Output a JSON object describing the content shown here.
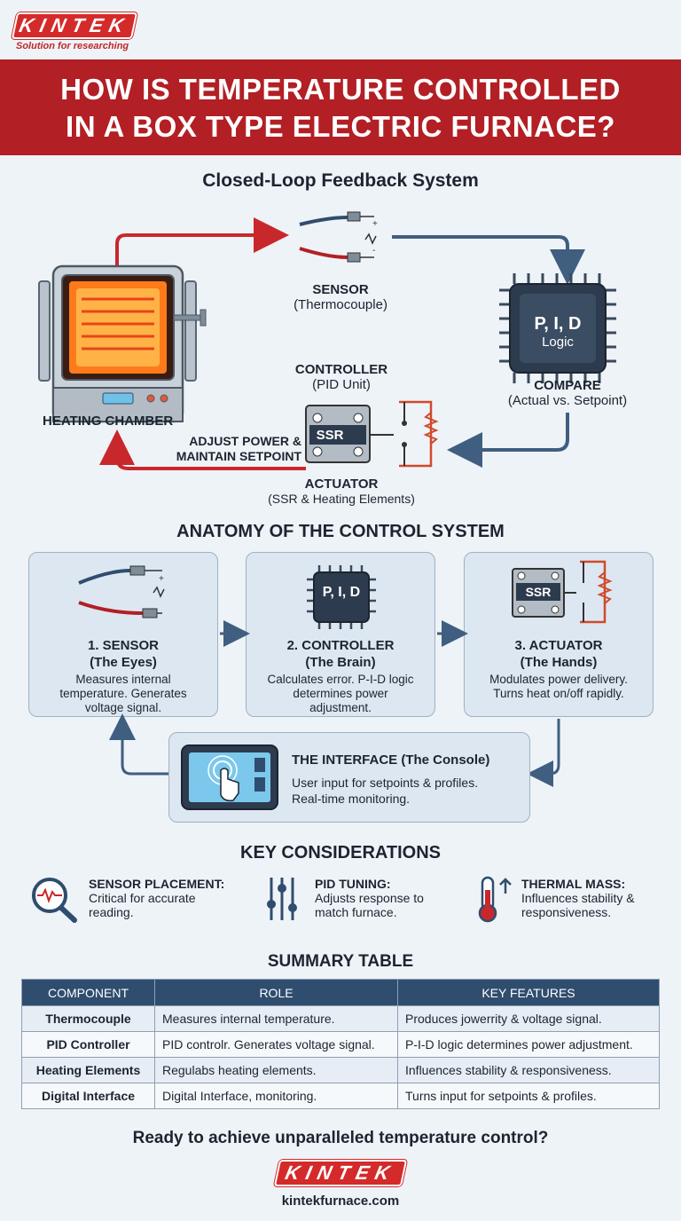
{
  "brand": {
    "logo": "KINTEK",
    "tagline": "Solution for researching",
    "website": "kintekfurnace.com"
  },
  "title": {
    "line1": "HOW IS TEMPERATURE CONTROLLED",
    "line2": "IN A BOX TYPE ELECTRIC FURNACE?"
  },
  "loop": {
    "heading": "Closed-Loop Feedback System",
    "sensor": {
      "label": "SENSOR",
      "sub": "(Thermocouple)"
    },
    "compare": {
      "label": "COMPARE",
      "sub": "(Actual vs. Setpoint)",
      "chip_line1": "P, I, D",
      "chip_line2": "Logic"
    },
    "controller": {
      "label": "CONTROLLER",
      "sub": "(PID Unit)"
    },
    "chamber": {
      "label": "HEATING CHAMBER"
    },
    "adjust": {
      "line1": "ADJUST POWER &",
      "line2": "MAINTAIN SETPOINT"
    },
    "actuator": {
      "label": "ACTUATOR",
      "sub": "(SSR & Heating Elements)",
      "ssr": "SSR"
    }
  },
  "anatomy": {
    "heading": "ANATOMY OF THE CONTROL SYSTEM",
    "cards": [
      {
        "title": "1. SENSOR",
        "sub": "(The Eyes)",
        "desc": "Measures internal temperature. Generates voltage signal."
      },
      {
        "title": "2. CONTROLLER",
        "sub": "(The Brain)",
        "desc": "Calculates error. P-I-D logic determines power adjustment.",
        "chip": "P, I, D"
      },
      {
        "title": "3. ACTUATOR",
        "sub": "(The Hands)",
        "desc": "Modulates power delivery. Turns heat on/off rapidly.",
        "ssr": "SSR"
      }
    ],
    "interface": {
      "title": "THE INTERFACE (The Console)",
      "line1": "User input for setpoints & profiles.",
      "line2": "Real-time monitoring."
    }
  },
  "considerations": {
    "heading": "KEY CONSIDERATIONS",
    "items": [
      {
        "title": "SENSOR PLACEMENT:",
        "desc": "Critical for accurate reading.",
        "icon": "magnifier-pulse-icon"
      },
      {
        "title": "PID TUNING:",
        "desc": "Adjusts response to match furnace.",
        "icon": "sliders-icon"
      },
      {
        "title": "THERMAL MASS:",
        "desc": "Influences stability & responsiveness.",
        "icon": "thermometer-icon"
      }
    ]
  },
  "summary": {
    "heading": "SUMMARY TABLE",
    "columns": [
      "COMPONENT",
      "ROLE",
      "KEY FEATURES"
    ],
    "rows": [
      [
        "Thermocouple",
        "Measures internal temperature.",
        "Produces jowerrity & voltage signal."
      ],
      [
        "PID Controller",
        "PID controlr. Generates voltage signal.",
        "P-I-D logic determines power adjustment."
      ],
      [
        "Heating Elements",
        "Regulabs heating elements.",
        "Influences stability & responsiveness."
      ],
      [
        "Digital Interface",
        "Digital Interface, monitoring.",
        "Turns input for setpoints & profiles."
      ]
    ]
  },
  "cta": "Ready to achieve unparalleled temperature control?",
  "colors": {
    "brand_red": "#b21f24",
    "navy": "#2f4d6e",
    "arrow_blue": "#3f5e80",
    "arrow_red": "#c8282c"
  }
}
